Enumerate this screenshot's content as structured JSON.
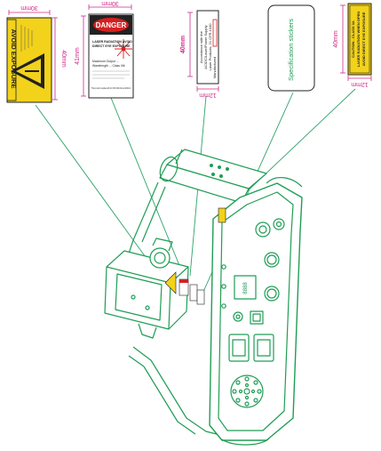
{
  "labels": {
    "warning_triangle": {
      "width_dim": "30mm",
      "height_dim": "40mm",
      "text": "AVOID EXPOSURE"
    },
    "danger": {
      "width_dim": "30mm",
      "height_dim": "41mm",
      "header": "DANGER",
      "line1": "LASER RADIATION AVOID",
      "line2": "DIRECT EYE EXPOSURE",
      "line3": "Maximum Output ...",
      "line4": "Wavelength ... Class IIIb",
      "footer": "This product complies with 21 CFR 1040.10 and 1040.11"
    },
    "manufacturer": {
      "height_dim": "40mm",
      "width_dim": "12mm",
      "line1": "Accordance with the",
      "line2": "AC/DC/Laser/Power Supply",
      "line3": "Laser Products, 21 CFR 1040",
      "manufactured": "Manufactured"
    },
    "spec": {
      "text": "Specification stickers"
    },
    "caution": {
      "height_dim": "40mm",
      "width_dim": "12mm",
      "line1": "CAUTION - CLASS 3A",
      "line2": "LASER RADIATION WHEN OPEN",
      "line3": "AVOID DIRECT EYE EXPOSURE"
    }
  },
  "device": {
    "display_text": "8888"
  },
  "colors": {
    "device": "#1f9d55",
    "leader": "#2ea36a",
    "dimension": "#d12a8a",
    "yellow": "#f2d21b",
    "danger_red": "#d62020",
    "dark": "#222222"
  }
}
